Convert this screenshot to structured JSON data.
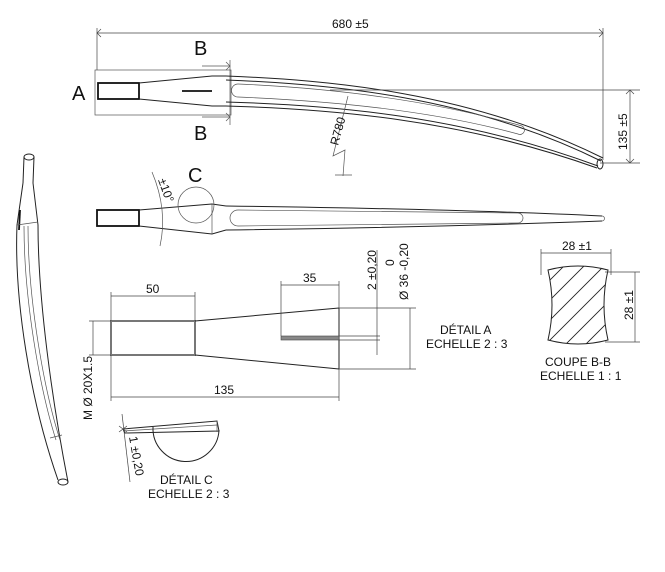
{
  "drawing": {
    "background": "#ffffff",
    "line_color": "#222222",
    "main_view": {
      "length_dim": "680 ±5",
      "height_dim": "135 ±5",
      "radius_label": "R780",
      "detail_a_marker": "A",
      "section_marker_top": "B",
      "section_marker_bottom": "B"
    },
    "plan_view": {
      "detail_c_marker": "C",
      "angle_label": "±10°"
    },
    "detail_a": {
      "title": "DÉTAIL A",
      "scale": "ECHELLE 2 : 3",
      "dim_thread_length": "50",
      "dim_slot_length": "35",
      "dim_total_length": "135",
      "dim_thread": "M Ø 20X1.5",
      "dim_slot_width": "2 ±0,20",
      "dim_diameter": "Ø 36 -0,20",
      "dim_diameter_upper_tol": "0"
    },
    "section_b": {
      "title": "COUPE B-B",
      "scale": "ECHELLE 1 : 1",
      "dim_width": "28 ±1",
      "dim_height": "28 ±1"
    },
    "detail_c": {
      "title": "DÉTAIL C",
      "scale": "ECHELLE 2 : 3",
      "dim_thickness": "1 ±0,20"
    }
  }
}
